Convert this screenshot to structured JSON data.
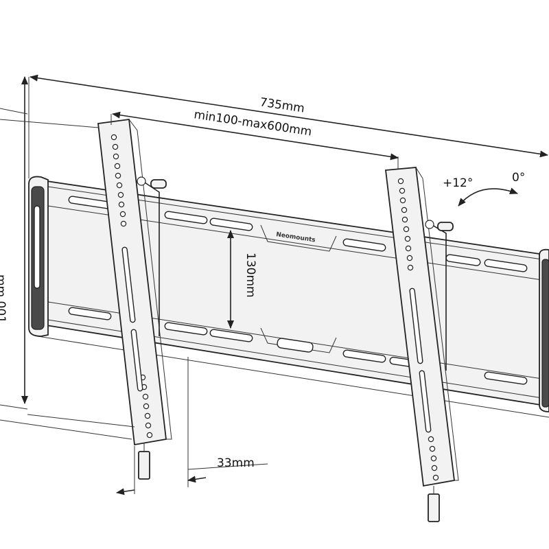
{
  "diagram": {
    "labels": {
      "total_width": "735mm",
      "vesa_range": "min100-max600mm",
      "tilt_plus": "+12°",
      "tilt_zero": "0°",
      "slot_spacing": "130mm",
      "wall_distance": "33mm",
      "height_partial": "mm 001",
      "brand": "Neomounts"
    },
    "colors": {
      "line": "#222222",
      "pad": "#4a4a4a",
      "plate": "#f2f2f2",
      "background": "#ffffff"
    }
  }
}
